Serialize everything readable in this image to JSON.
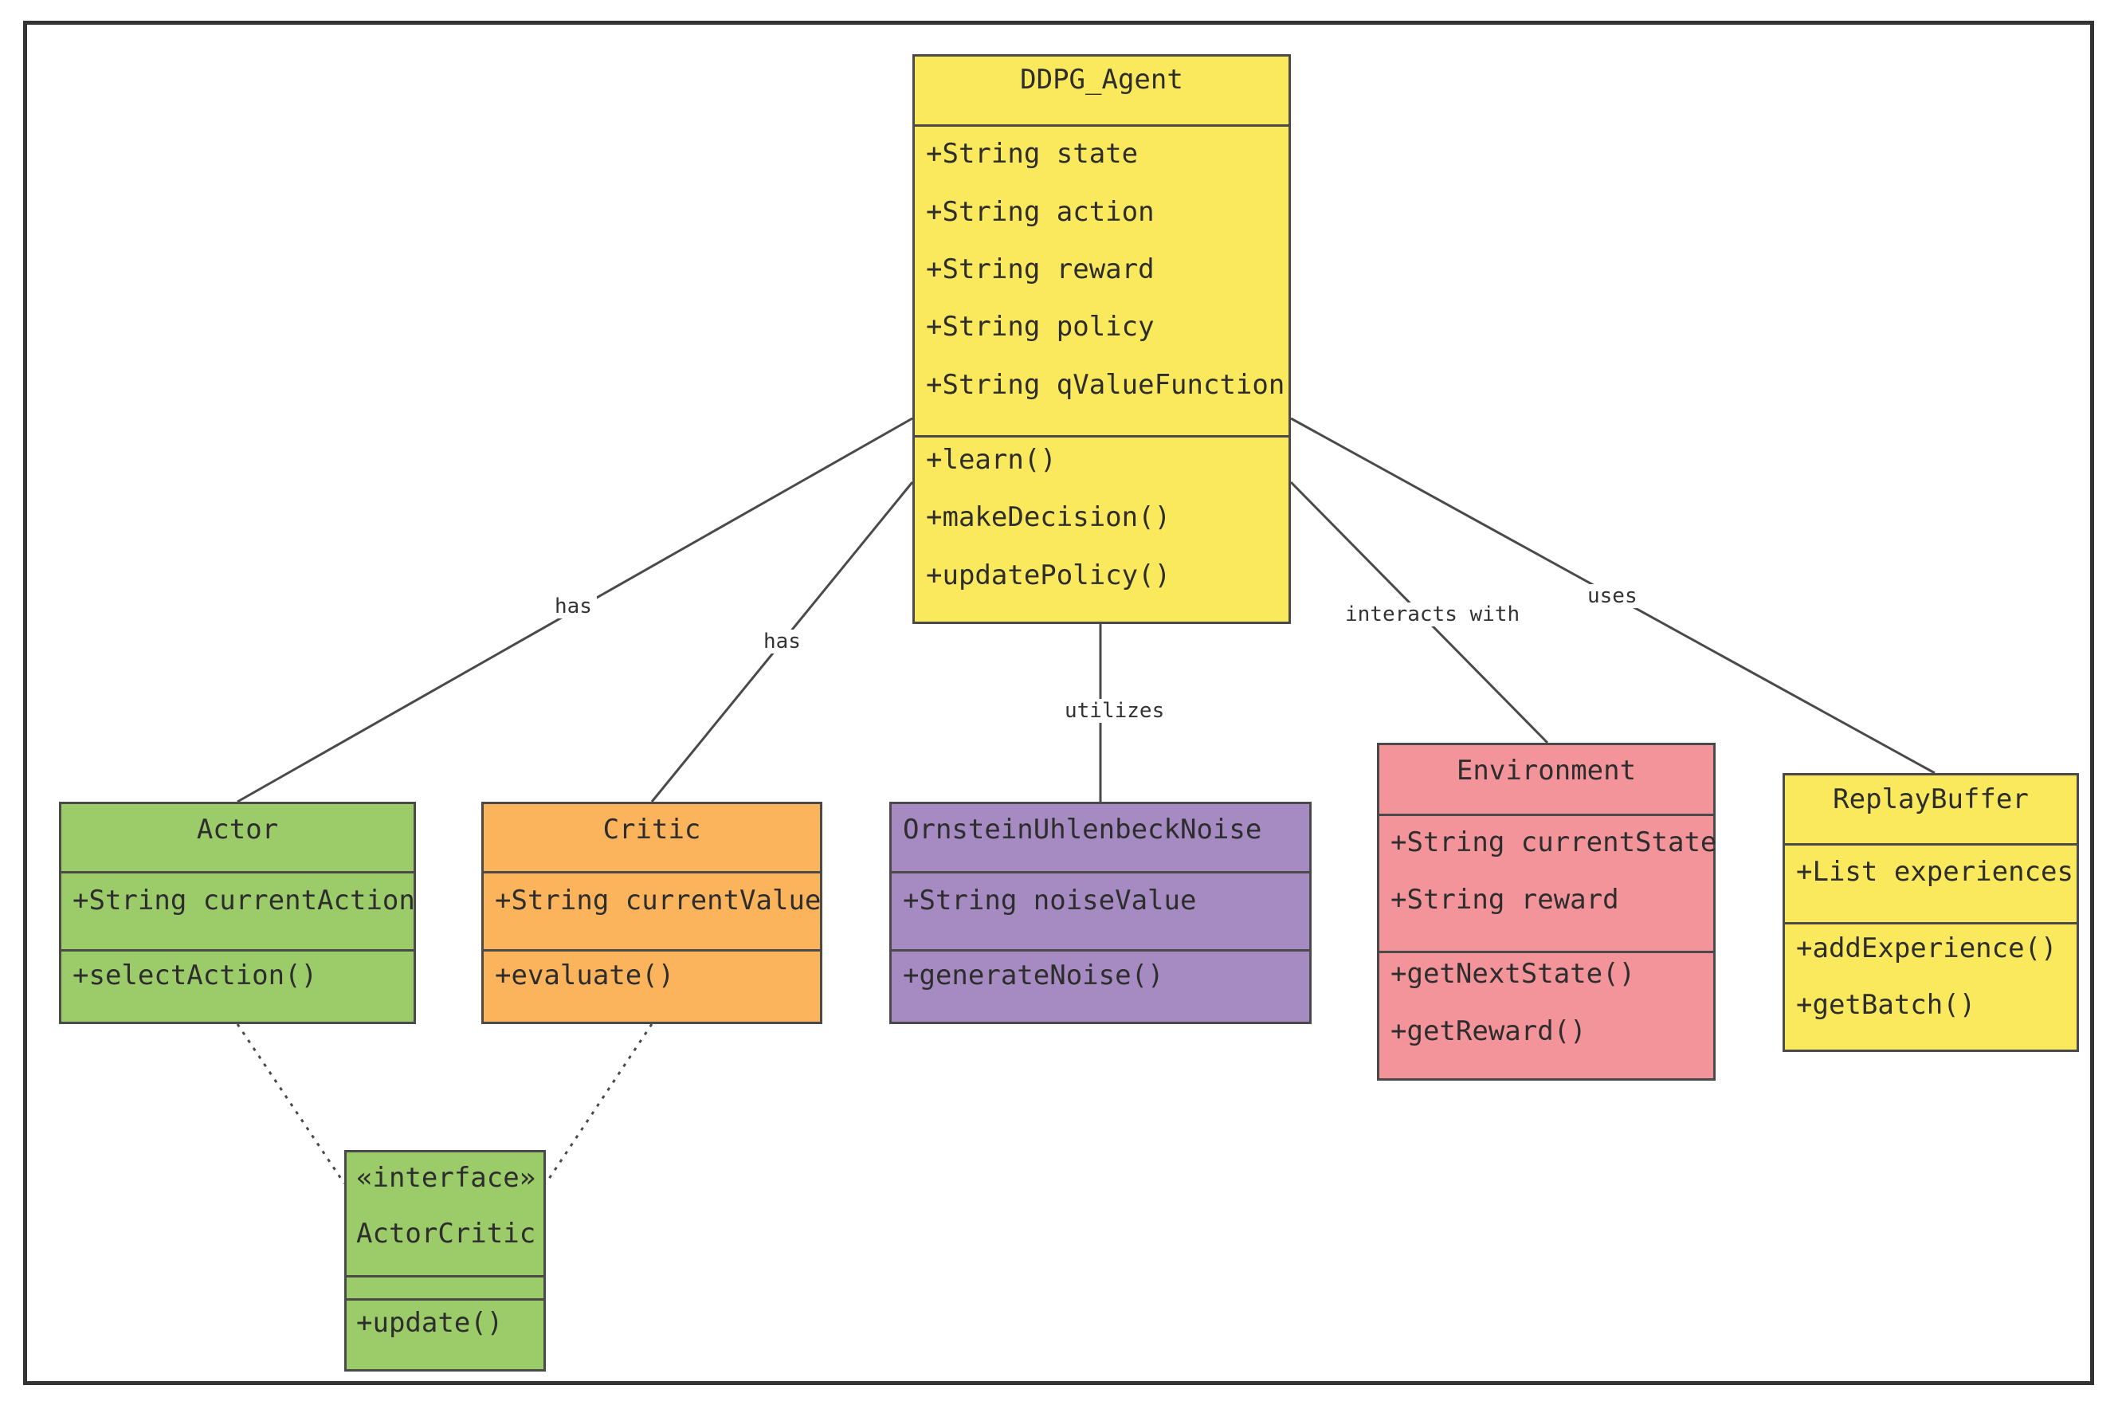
{
  "colors": {
    "yellow": "#fbe95d",
    "green": "#9ccb6a",
    "orange": "#fbb45b",
    "purple": "#a68ac2",
    "pink": "#f2949a",
    "border": "#4a4a4a",
    "edge": "#4a4a4a"
  },
  "classes": {
    "ddpg_agent": {
      "name": "DDPG_Agent",
      "attributes": [
        "+String state",
        "+String action",
        "+String reward",
        "+String policy",
        "+String qValueFunction"
      ],
      "methods": [
        "+learn()",
        "+makeDecision()",
        "+updatePolicy()"
      ]
    },
    "actor": {
      "name": "Actor",
      "attributes": [
        "+String currentAction"
      ],
      "methods": [
        "+selectAction()"
      ]
    },
    "critic": {
      "name": "Critic",
      "attributes": [
        "+String currentValue"
      ],
      "methods": [
        "+evaluate()"
      ]
    },
    "noise": {
      "name": "OrnsteinUhlenbeckNoise",
      "attributes": [
        "+String noiseValue"
      ],
      "methods": [
        "+generateNoise()"
      ]
    },
    "environment": {
      "name": "Environment",
      "attributes": [
        "+String currentState",
        "+String reward"
      ],
      "methods": [
        "+getNextState()",
        "+getReward()"
      ]
    },
    "replay_buffer": {
      "name": "ReplayBuffer",
      "attributes": [
        "+List experiences"
      ],
      "methods": [
        "+addExperience()",
        "+getBatch()"
      ]
    },
    "actor_critic": {
      "stereotype": "«interface»",
      "name": "ActorCritic",
      "attributes": [],
      "methods": [
        "+update()"
      ]
    }
  },
  "relations": {
    "agent_actor": "has",
    "agent_critic": "has",
    "agent_noise": "utilizes",
    "agent_environment": "interacts with",
    "agent_replay": "uses"
  }
}
